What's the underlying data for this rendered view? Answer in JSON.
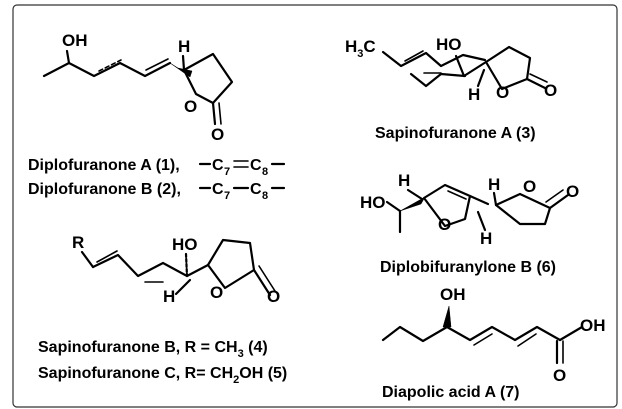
{
  "compounds": [
    {
      "name": "Diplofuranone A (1),",
      "fragment": {
        "c1": "C",
        "s1": "7",
        "c2": "C",
        "s2": "8",
        "bond": "double"
      }
    },
    {
      "name": "Diplofuranone B (2),",
      "fragment": {
        "c1": "C",
        "s1": "7",
        "c2": "C",
        "s2": "8",
        "bond": "single"
      }
    },
    {
      "name": "Sapinofuranone A (3)"
    },
    {
      "name": "Diplobifuranylone B (6)"
    },
    {
      "name_pre": "Sapinofuranone B, R = CH",
      "sub": "3",
      "name_post": " (4)"
    },
    {
      "name_pre": "Sapinofuranone C, R= CH",
      "sub": "2",
      "name_post": "OH (5)"
    },
    {
      "name": "Diapolic acid A (7)"
    }
  ],
  "atoms": {
    "OH": "OH",
    "HO": "HO",
    "H": "H",
    "O": "O",
    "R": "R",
    "H3C": {
      "c": "H",
      "sub": "3",
      "tail": "C"
    }
  }
}
